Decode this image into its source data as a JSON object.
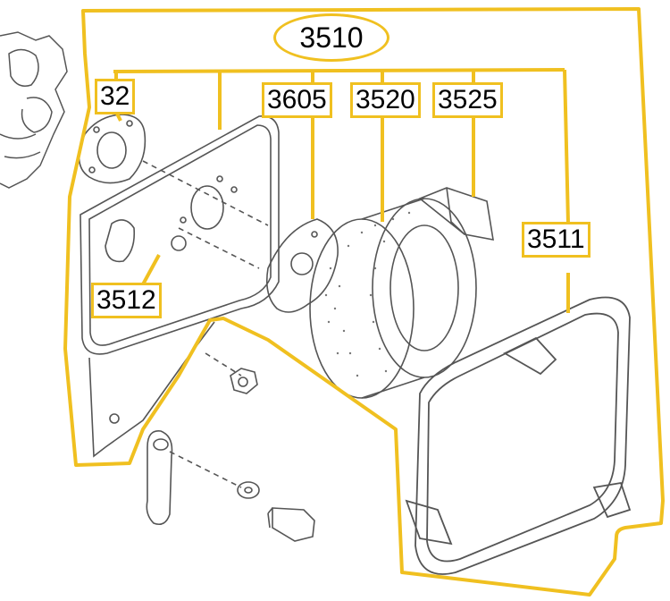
{
  "colors": {
    "callout": "#f0c020",
    "ink": "#555555"
  },
  "diagram": {
    "group_label": "3510",
    "parts": [
      {
        "id": "p32",
        "label": "32"
      },
      {
        "id": "p3605",
        "label": "3605"
      },
      {
        "id": "p3520",
        "label": "3520"
      },
      {
        "id": "p3525",
        "label": "3525"
      },
      {
        "id": "p3511",
        "label": "3511"
      },
      {
        "id": "p3512",
        "label": "3512"
      }
    ]
  }
}
